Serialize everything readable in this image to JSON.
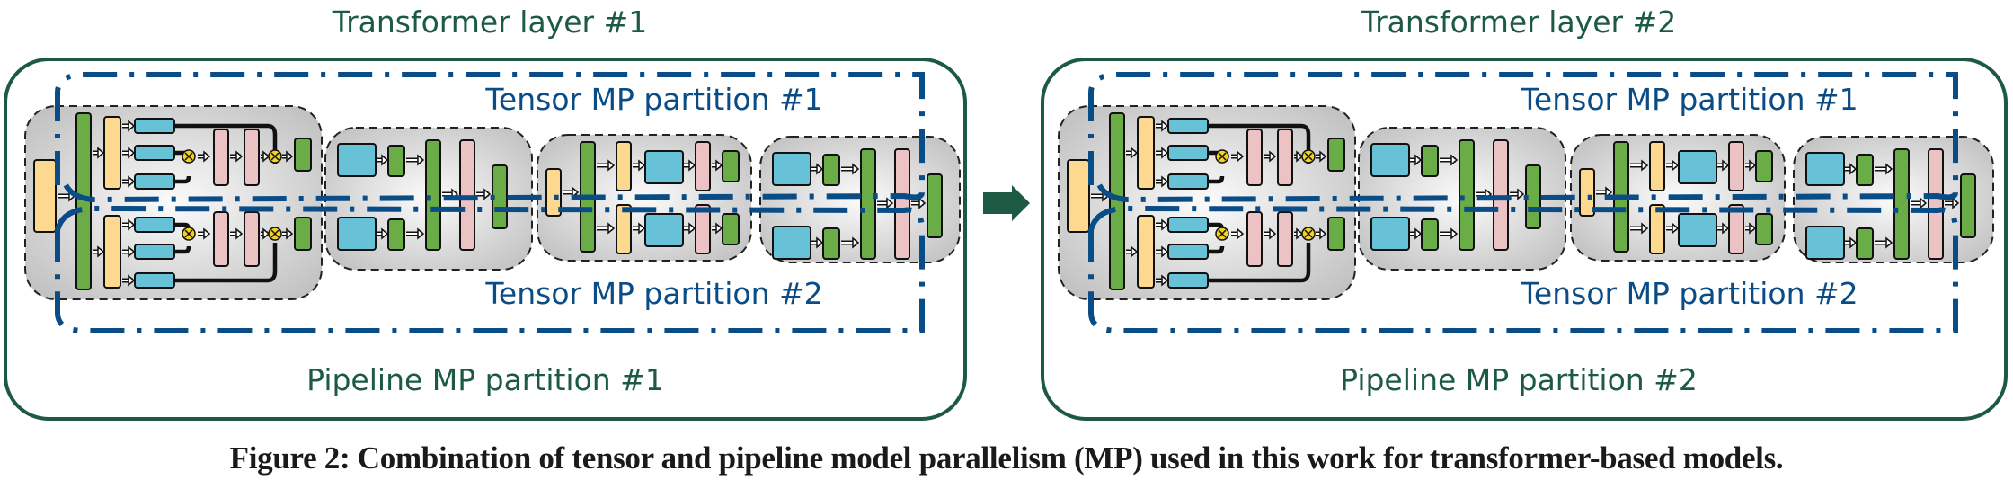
{
  "panels": [
    {
      "title": "Transformer layer #1",
      "tensor_partition_top": "Tensor MP partition #1",
      "tensor_partition_bottom": "Tensor MP partition #2",
      "pipeline_partition": "Pipeline MP partition #1"
    },
    {
      "title": "Transformer layer #2",
      "tensor_partition_top": "Tensor MP partition #1",
      "tensor_partition_bottom": "Tensor MP partition #2",
      "pipeline_partition": "Pipeline MP partition #2"
    }
  ],
  "between_panels_arrow": "right-arrow",
  "caption": "Figure 2: Combination of tensor and pipeline model parallelism (MP) used in this work for transformer-based models.",
  "colors": {
    "panel_border": "#1d5a44",
    "partition_dash": "#0a4c86",
    "green_block": "#6aad47",
    "yellow_block": "#fdd990",
    "cyan_block": "#67c2d8",
    "pink_block": "#ecc3c4",
    "multiply_node": "#f4d320"
  }
}
